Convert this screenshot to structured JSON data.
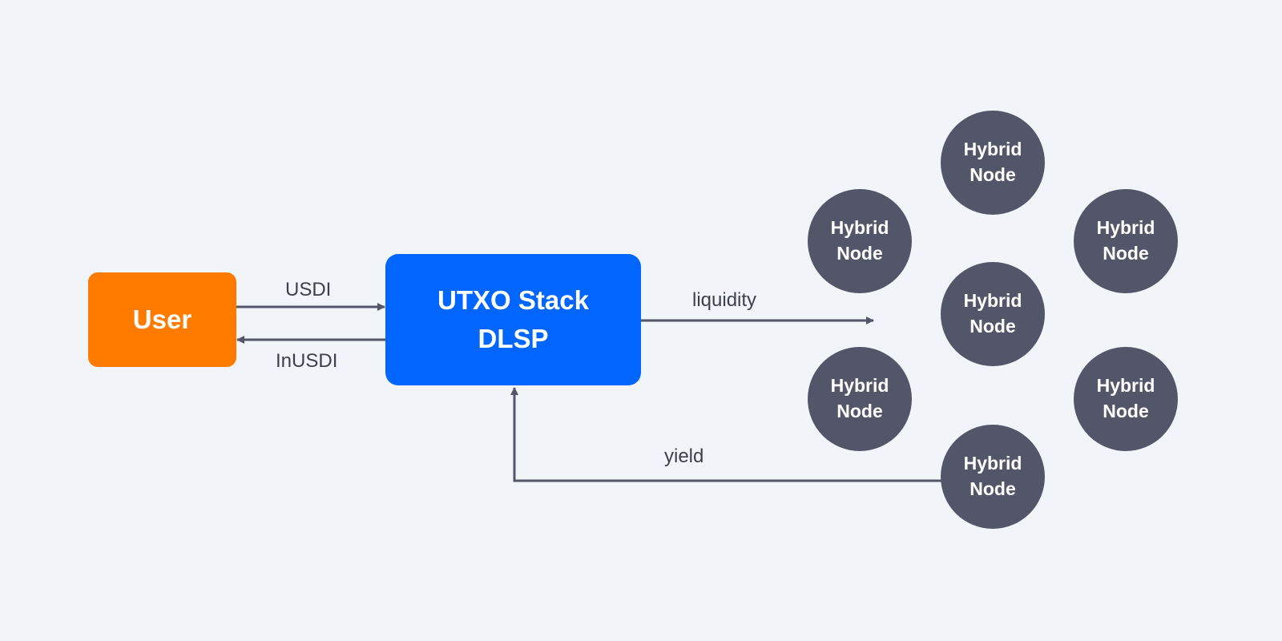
{
  "diagram": {
    "user": {
      "label": "User",
      "color": "#ff7b00"
    },
    "dlsp": {
      "line1": "UTXO Stack",
      "line2": "DLSP",
      "color": "#0066ff"
    },
    "edges": {
      "usdi": "USDI",
      "inusdi": "InUSDI",
      "liquidity": "liquidity",
      "yield": "yield"
    },
    "nodes": [
      {
        "line1": "Hybrid",
        "line2": "Node"
      },
      {
        "line1": "Hybrid",
        "line2": "Node"
      },
      {
        "line1": "Hybrid",
        "line2": "Node"
      },
      {
        "line1": "Hybrid",
        "line2": "Node"
      },
      {
        "line1": "Hybrid",
        "line2": "Node"
      },
      {
        "line1": "Hybrid",
        "line2": "Node"
      },
      {
        "line1": "Hybrid",
        "line2": "Node"
      }
    ],
    "colors": {
      "background": "#f1f5fa",
      "node": "#535669",
      "edge": "#535669"
    }
  }
}
